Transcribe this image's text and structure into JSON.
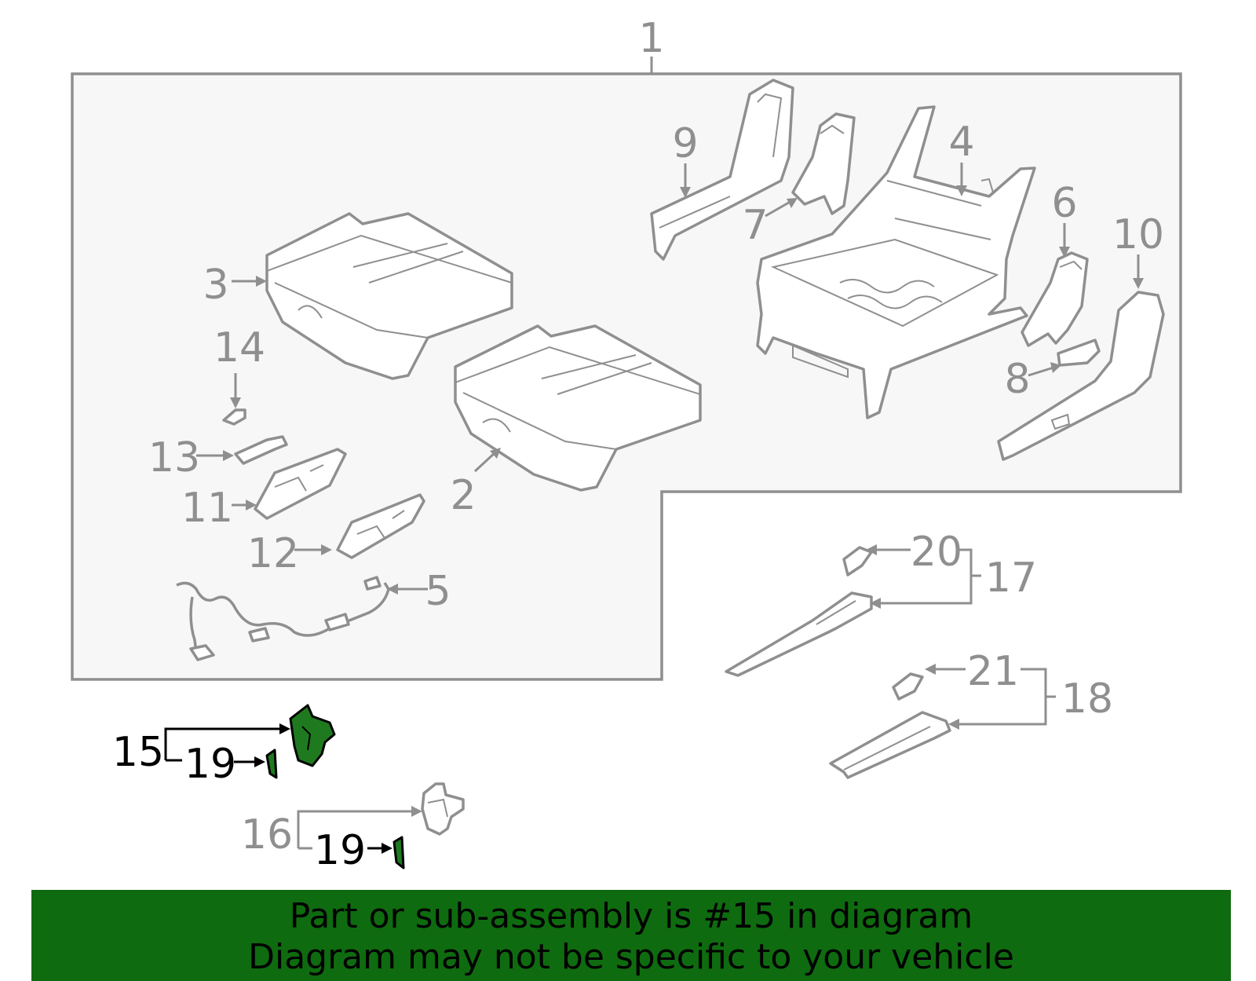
{
  "callouts": {
    "c1": "1",
    "c2": "2",
    "c3": "3",
    "c4": "4",
    "c5": "5",
    "c6": "6",
    "c7": "7",
    "c8": "8",
    "c9": "9",
    "c10": "10",
    "c11": "11",
    "c12": "12",
    "c13": "13",
    "c14": "14",
    "c15": "15",
    "c16": "16",
    "c17": "17",
    "c18": "18",
    "c19a": "19",
    "c19b": "19",
    "c20": "20",
    "c21": "21"
  },
  "banner": {
    "line1": "Part or sub-assembly is #15 in diagram",
    "line2": "Diagram may not be specific to your vehicle"
  },
  "colors": {
    "line_gray": "#8f8f8f",
    "panel_fill": "#f7f7f7",
    "highlight_part": "#1f7a1f",
    "banner_bg": "#0f6b0f"
  }
}
